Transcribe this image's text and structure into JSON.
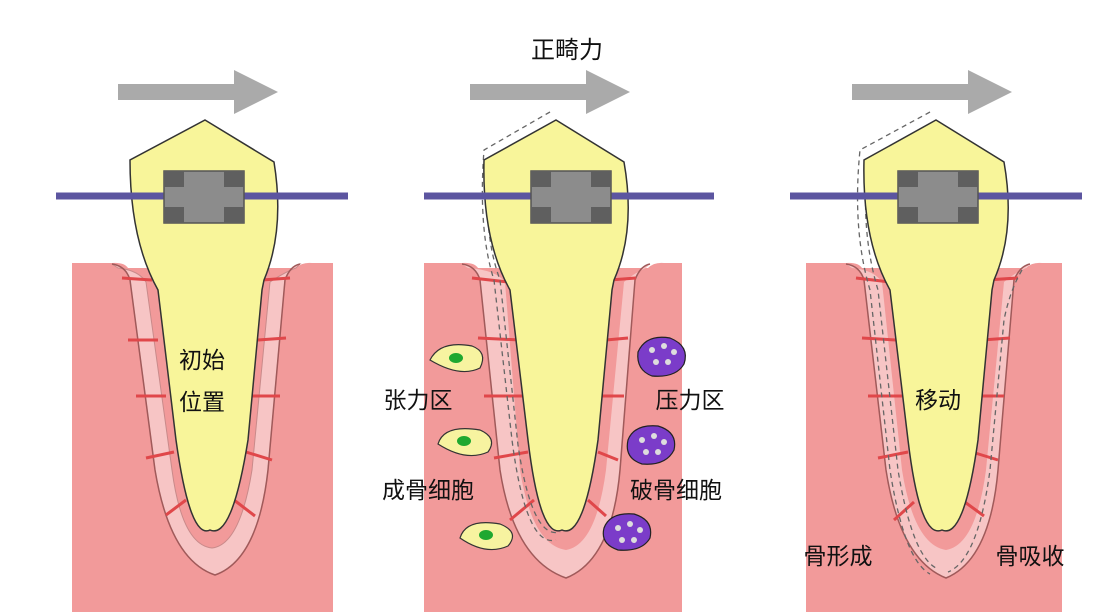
{
  "title": "正畸力",
  "panels": [
    {
      "id": "initial",
      "center_label_line1": "初始",
      "center_label_line2": "位置"
    },
    {
      "id": "force",
      "left_zone": "张力区",
      "right_zone": "压力区",
      "left_cell": "成骨细胞",
      "right_cell": "破骨细胞"
    },
    {
      "id": "moved",
      "center_label": "移动",
      "left_note": "骨形成",
      "right_note": "骨吸收"
    }
  ],
  "colors": {
    "bone": "#f29a9a",
    "ligament": "#f7c5c5",
    "fiber": "#e0474a",
    "tooth": "#f8f59a",
    "tooth_outline": "#333333",
    "wire": "#5c55a0",
    "bracket": "#8c8c8c",
    "arrow": "#aaaaaa",
    "osteoblast": "#f7f3a0",
    "osteoblast_nucleus": "#1fa830",
    "osteoclast": "#7b3cc9"
  }
}
